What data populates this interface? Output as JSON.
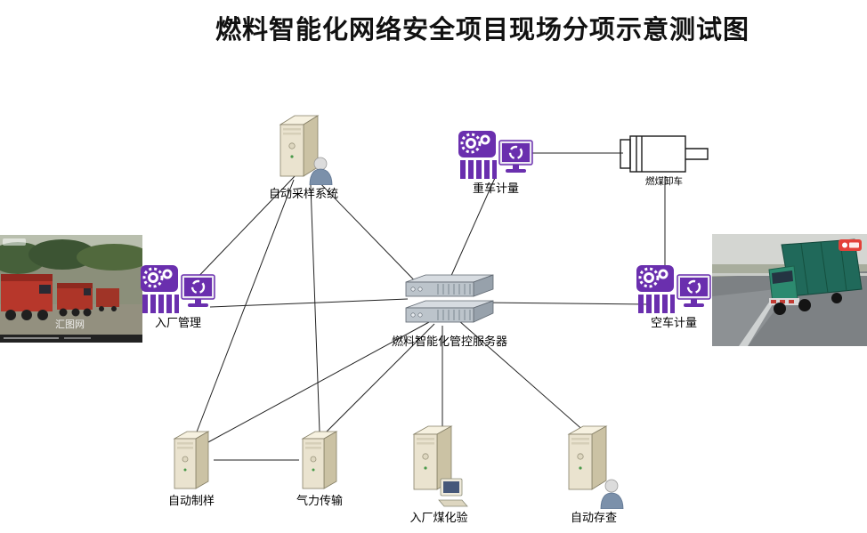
{
  "title": "燃料智能化网络安全项目现场分项示意测试图",
  "nodes": {
    "sampling": {
      "label": "自动采样系统"
    },
    "heavy": {
      "label": "重车计量"
    },
    "unloading": {
      "label": "燃煤卸车"
    },
    "entry": {
      "label": "入厂管理"
    },
    "server": {
      "label": "燃料智能化管控服务器"
    },
    "empty": {
      "label": "空车计量"
    },
    "samplePrep": {
      "label": "自动制样"
    },
    "pneumatic": {
      "label": "气力传输"
    },
    "coalTest": {
      "label": "入厂煤化验"
    },
    "storage": {
      "label": "自动存查"
    }
  },
  "photos": {
    "left": {
      "watermark": "汇图网"
    },
    "right": {}
  },
  "colors": {
    "icon_purple": "#6a2fae",
    "truck_red": "#b7372b",
    "truck_green": "#20695a",
    "line": "#222222"
  }
}
